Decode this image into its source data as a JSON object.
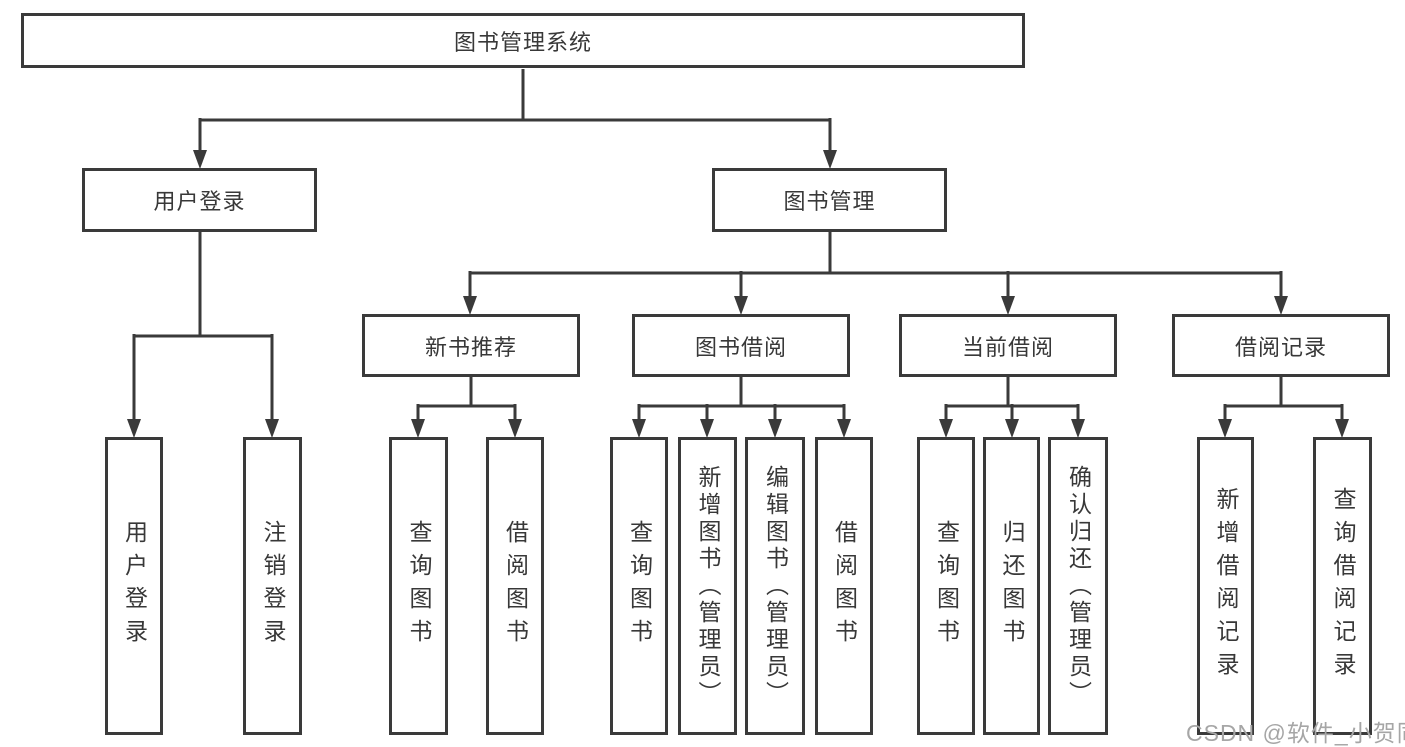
{
  "diagram": {
    "root": {
      "label": "图书管理系统"
    },
    "level2": [
      {
        "label": "用户登录"
      },
      {
        "label": "图书管理"
      }
    ],
    "level3": [
      {
        "label": "新书推荐"
      },
      {
        "label": "图书借阅"
      },
      {
        "label": "当前借阅"
      },
      {
        "label": "借阅记录"
      }
    ],
    "leaves": [
      {
        "label": "用户登录"
      },
      {
        "label": "注销登录"
      },
      {
        "label": "查询图书"
      },
      {
        "label": "借阅图书"
      },
      {
        "label": "查询图书"
      },
      {
        "label": "新增图书（管理员）"
      },
      {
        "label": "编辑图书（管理员）"
      },
      {
        "label": "借阅图书"
      },
      {
        "label": "查询图书"
      },
      {
        "label": "归还图书"
      },
      {
        "label": "确认归还（管理员）"
      },
      {
        "label": "新增借阅记录"
      },
      {
        "label": "查询借阅记录"
      }
    ],
    "watermark": "CSDN @软件_小贺同学"
  },
  "colors": {
    "line": "#3a3a3a",
    "text": "#383838",
    "watermark": "#a6a6a6",
    "background": "#ffffff"
  }
}
